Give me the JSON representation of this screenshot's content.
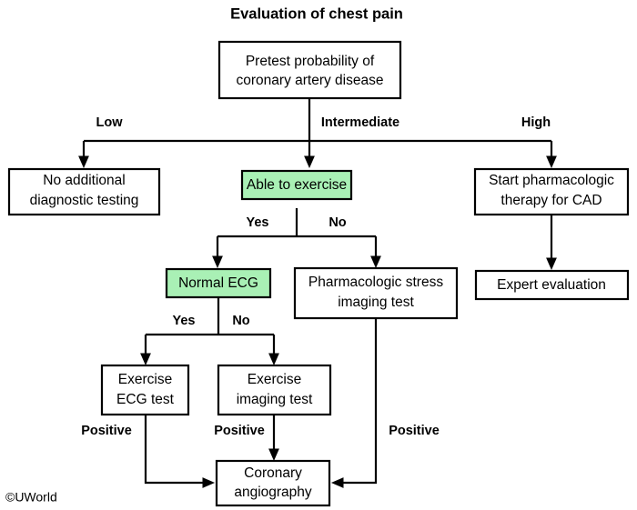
{
  "title": "Evaluation of chest pain",
  "watermark": "©UWorld",
  "colors": {
    "highlight": "#a9f0b5",
    "stroke": "#000000",
    "background": "#ffffff",
    "text": "#000000"
  },
  "chart_data": {
    "type": "diagram",
    "title": "Evaluation of chest pain",
    "nodes": [
      {
        "id": "pretest",
        "label": "Pretest probability of coronary artery disease",
        "line1": "Pretest probability of",
        "line2": "coronary artery disease",
        "highlight": false
      },
      {
        "id": "no-testing",
        "label": "No additional diagnostic testing",
        "line1": "No additional",
        "line2": "diagnostic testing",
        "highlight": false
      },
      {
        "id": "able-exercise",
        "label": "Able to exercise",
        "line1": "Able to exercise",
        "line2": "",
        "highlight": true
      },
      {
        "id": "start-pharm",
        "label": "Start pharmacologic therapy for CAD",
        "line1": "Start pharmacologic",
        "line2": "therapy for CAD",
        "highlight": false
      },
      {
        "id": "normal-ecg",
        "label": "Normal ECG",
        "line1": "Normal ECG",
        "line2": "",
        "highlight": true
      },
      {
        "id": "pharm-stress",
        "label": "Pharmacologic stress imaging test",
        "line1": "Pharmacologic stress",
        "line2": "imaging test",
        "highlight": false
      },
      {
        "id": "expert-eval",
        "label": "Expert evaluation",
        "line1": "Expert evaluation",
        "line2": "",
        "highlight": false
      },
      {
        "id": "exercise-ecg",
        "label": "Exercise ECG test",
        "line1": "Exercise",
        "line2": "ECG test",
        "highlight": false
      },
      {
        "id": "exercise-imaging",
        "label": "Exercise imaging test",
        "line1": "Exercise",
        "line2": "imaging test",
        "highlight": false
      },
      {
        "id": "coronary-angio",
        "label": "Coronary angiography",
        "line1": "Coronary",
        "line2": "angiography",
        "highlight": false
      }
    ],
    "edges": [
      {
        "from": "pretest",
        "to": "no-testing",
        "label": "Low"
      },
      {
        "from": "pretest",
        "to": "able-exercise",
        "label": "Intermediate"
      },
      {
        "from": "pretest",
        "to": "start-pharm",
        "label": "High"
      },
      {
        "from": "able-exercise",
        "to": "normal-ecg",
        "label": "Yes"
      },
      {
        "from": "able-exercise",
        "to": "pharm-stress",
        "label": "No"
      },
      {
        "from": "normal-ecg",
        "to": "exercise-ecg",
        "label": "Yes"
      },
      {
        "from": "normal-ecg",
        "to": "exercise-imaging",
        "label": "No"
      },
      {
        "from": "start-pharm",
        "to": "expert-eval",
        "label": ""
      },
      {
        "from": "exercise-ecg",
        "to": "coronary-angio",
        "label": "Positive"
      },
      {
        "from": "exercise-imaging",
        "to": "coronary-angio",
        "label": "Positive"
      },
      {
        "from": "pharm-stress",
        "to": "coronary-angio",
        "label": "Positive"
      }
    ],
    "edge_labels": {
      "low": "Low",
      "intermediate": "Intermediate",
      "high": "High",
      "yes_exercise": "Yes",
      "no_exercise": "No",
      "yes_ecg": "Yes",
      "no_ecg": "No",
      "positive_ecg": "Positive",
      "positive_imaging": "Positive",
      "positive_pharm": "Positive"
    }
  }
}
